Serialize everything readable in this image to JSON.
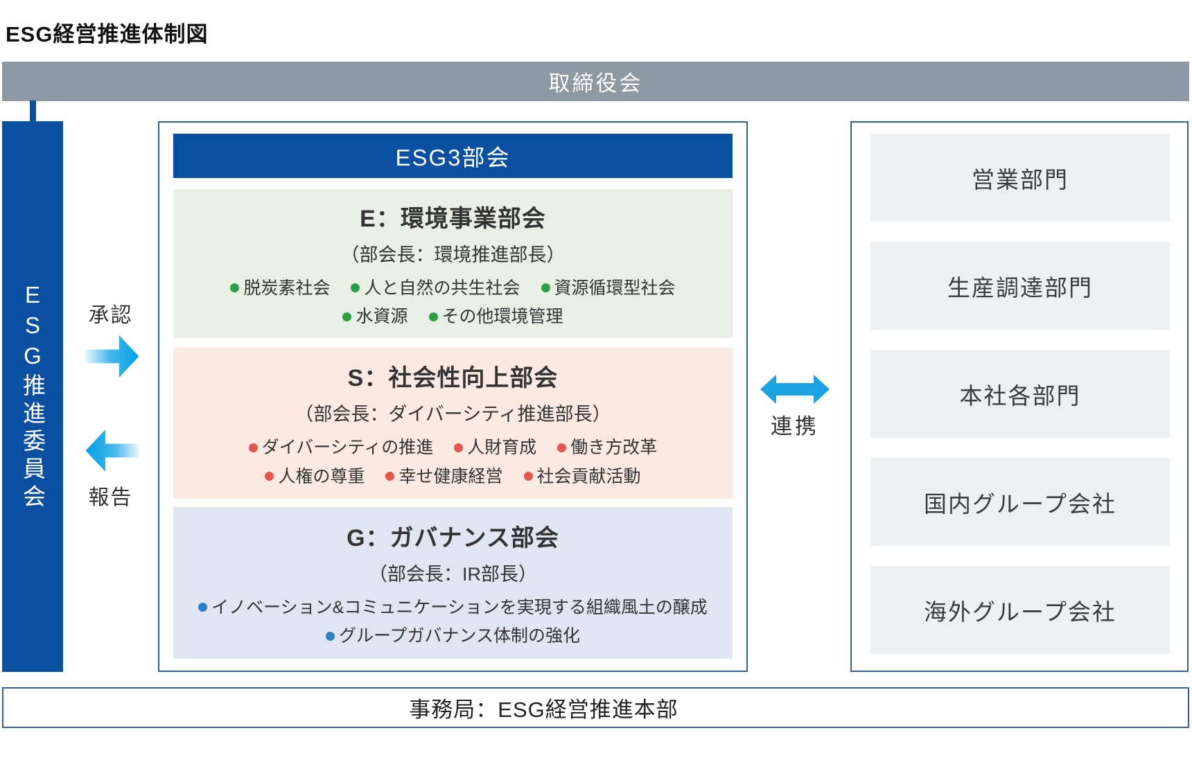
{
  "page": {
    "title": "ESG経営推進体制図"
  },
  "board": {
    "label": "取締役会"
  },
  "committee": {
    "label": "ESG推進委員会"
  },
  "flows": {
    "approve_label": "承認",
    "report_label": "報告",
    "collaboration_label": "連携"
  },
  "esg_box": {
    "header": "ESG3部会",
    "sections": [
      {
        "title": "E：環境事業部会",
        "chair": "（部会長：環境推進部長）",
        "bullet_color": "#2e9e44",
        "background": "#e8efe4",
        "bullet_lines": [
          [
            "脱炭素社会",
            "人と自然の共生社会",
            "資源循環型社会"
          ],
          [
            "水資源",
            "その他環境管理"
          ]
        ]
      },
      {
        "title": "S：社会性向上部会",
        "chair": "（部会長：ダイバーシティ推進部長）",
        "bullet_color": "#e8554e",
        "background": "#fce9e2",
        "bullet_lines": [
          [
            "ダイバーシティの推進",
            "人財育成",
            "働き方改革"
          ],
          [
            "人権の尊重",
            "幸せ健康経営",
            "社会貢献活動"
          ]
        ]
      },
      {
        "title": "G：ガバナンス部会",
        "chair": "（部会長：IR部長）",
        "bullet_color": "#2e7fc2",
        "background": "#dfe6f1",
        "bullet_lines": [
          [
            "イノベーション&コミュニケーションを実現する組織風土の醸成"
          ],
          [
            "グループガバナンス体制の強化"
          ]
        ]
      }
    ]
  },
  "departments": [
    "営業部門",
    "生産調達部門",
    "本社各部門",
    "国内グループ会社",
    "海外グループ会社"
  ],
  "secretariat": {
    "label": "事務局：ESG経営推進本部"
  },
  "colors": {
    "primary_blue": "#0b4fa0",
    "border_blue": "#2f5f9d",
    "board_gray": "#8d99a2",
    "arrow_blue": "#009fe6",
    "dept_box_gray": "#edf0f2"
  }
}
